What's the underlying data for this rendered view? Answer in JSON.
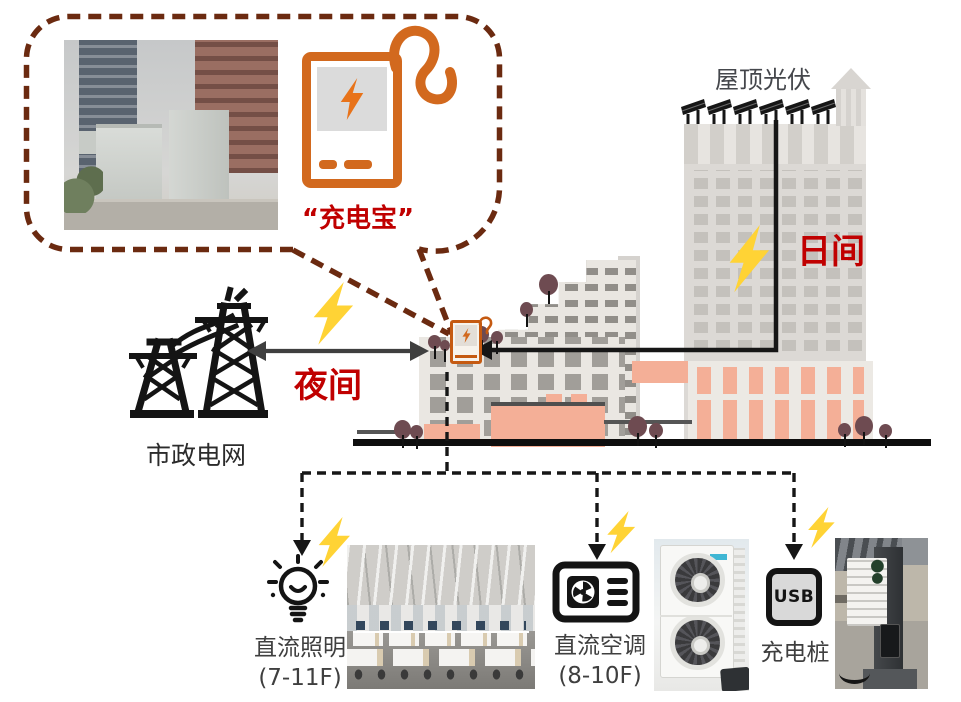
{
  "callout": {
    "caption": "“充电宝”"
  },
  "rooftop_pv": {
    "label": "屋顶光伏"
  },
  "flows": {
    "day": "日间",
    "night": "夜间"
  },
  "city_grid": {
    "label": "市政电网"
  },
  "loads": {
    "lighting": {
      "label": "直流照明",
      "floors": "(7-11F)"
    },
    "aircon": {
      "label": "直流空调",
      "floors": "(8-10F)"
    },
    "charging": {
      "label": "充电桩",
      "usb_text": "USB"
    }
  },
  "icons": {
    "callout": "power-bank-icon",
    "grid": "transmission-towers-icon",
    "lighting": "bulb-icon",
    "aircon": "ac-unit-icon",
    "charging": "usb-icon",
    "energy": "lightning-bolt-icon"
  },
  "colors": {
    "callout_border": "#6B2A10",
    "accent_orange": "#D2691E",
    "red_text": "#C00000",
    "bolt_yellow": "#FFD335",
    "line_dark": "#161616",
    "arrow_gray": "#3F3F3F",
    "salmon": "#F4AF97",
    "building_cream": "#EAE7E2",
    "tree": "#6E4B51"
  }
}
